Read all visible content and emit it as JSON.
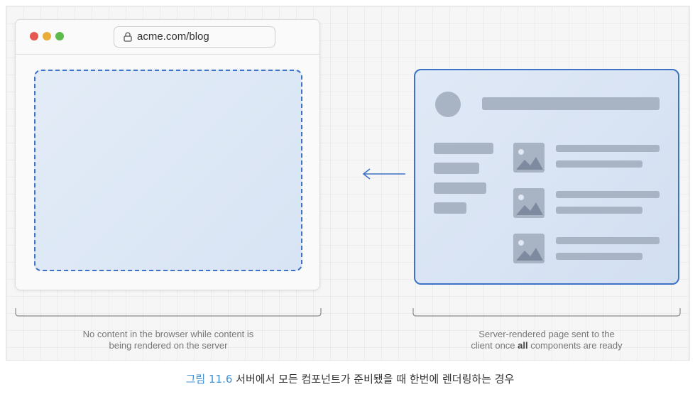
{
  "browser": {
    "url": "acme.com/blog",
    "window_buttons": [
      "close",
      "minimize",
      "maximize"
    ],
    "colors": {
      "close": "#e5574f",
      "minimize": "#e9ad3a",
      "maximize": "#5dbb4c"
    }
  },
  "captions": {
    "left": [
      "No content in the browser while content is",
      "being rendered on the server"
    ],
    "right_line1": "Server-rendered page sent to the",
    "right_line2_pre": "client once ",
    "right_line2_bold": "all",
    "right_line2_post": " components are ready"
  },
  "figure_caption": {
    "label": "그림 11.6",
    "text": " 서버에서 모든 컴포넌트가 준비됐을 때 한번에 렌더링하는 경우"
  },
  "colors": {
    "accent": "#3d72c4",
    "skeleton": "#a8b3c4",
    "caption_label": "#3d8fd6"
  },
  "icons": [
    "lock-icon",
    "arrow-left-icon",
    "image-icon"
  ]
}
